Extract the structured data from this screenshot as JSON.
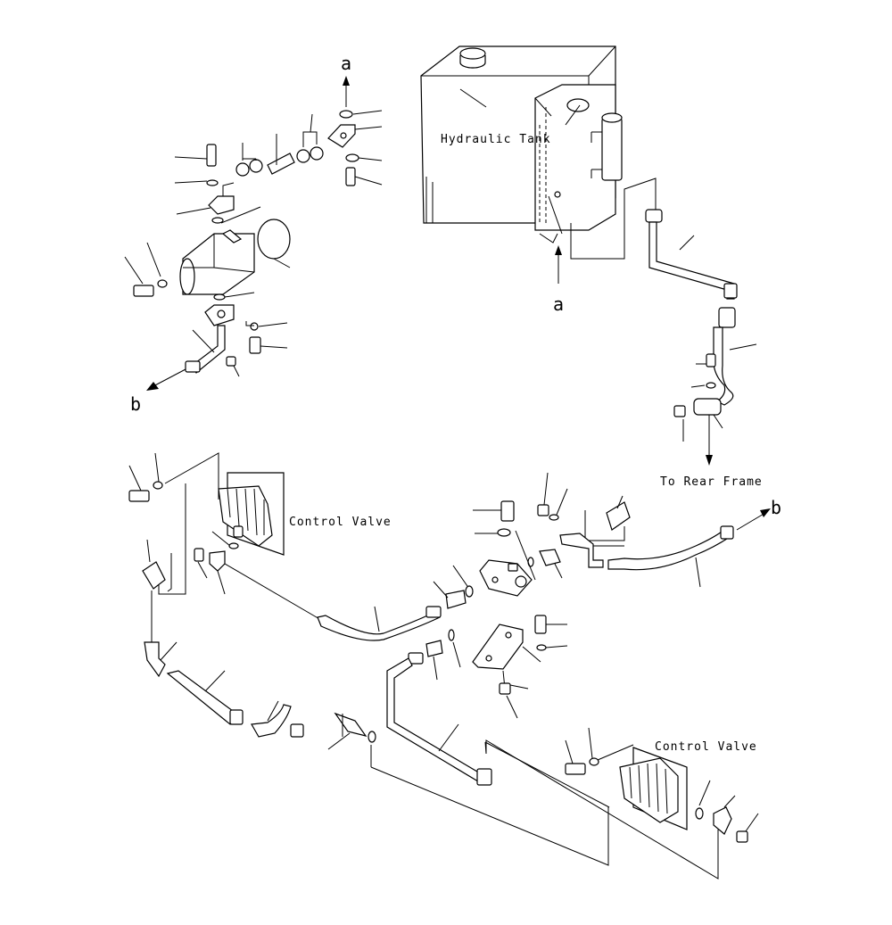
{
  "labels": {
    "hydraulic_tank": "Hydraulic Tank",
    "control_valve_upper": "Control Valve",
    "control_valve_lower": "Control Valve",
    "to_rear_frame": "To Rear Frame",
    "ref_a_top": "a",
    "ref_a_bottom": "a",
    "ref_b_left": "b",
    "ref_b_right": "b"
  }
}
